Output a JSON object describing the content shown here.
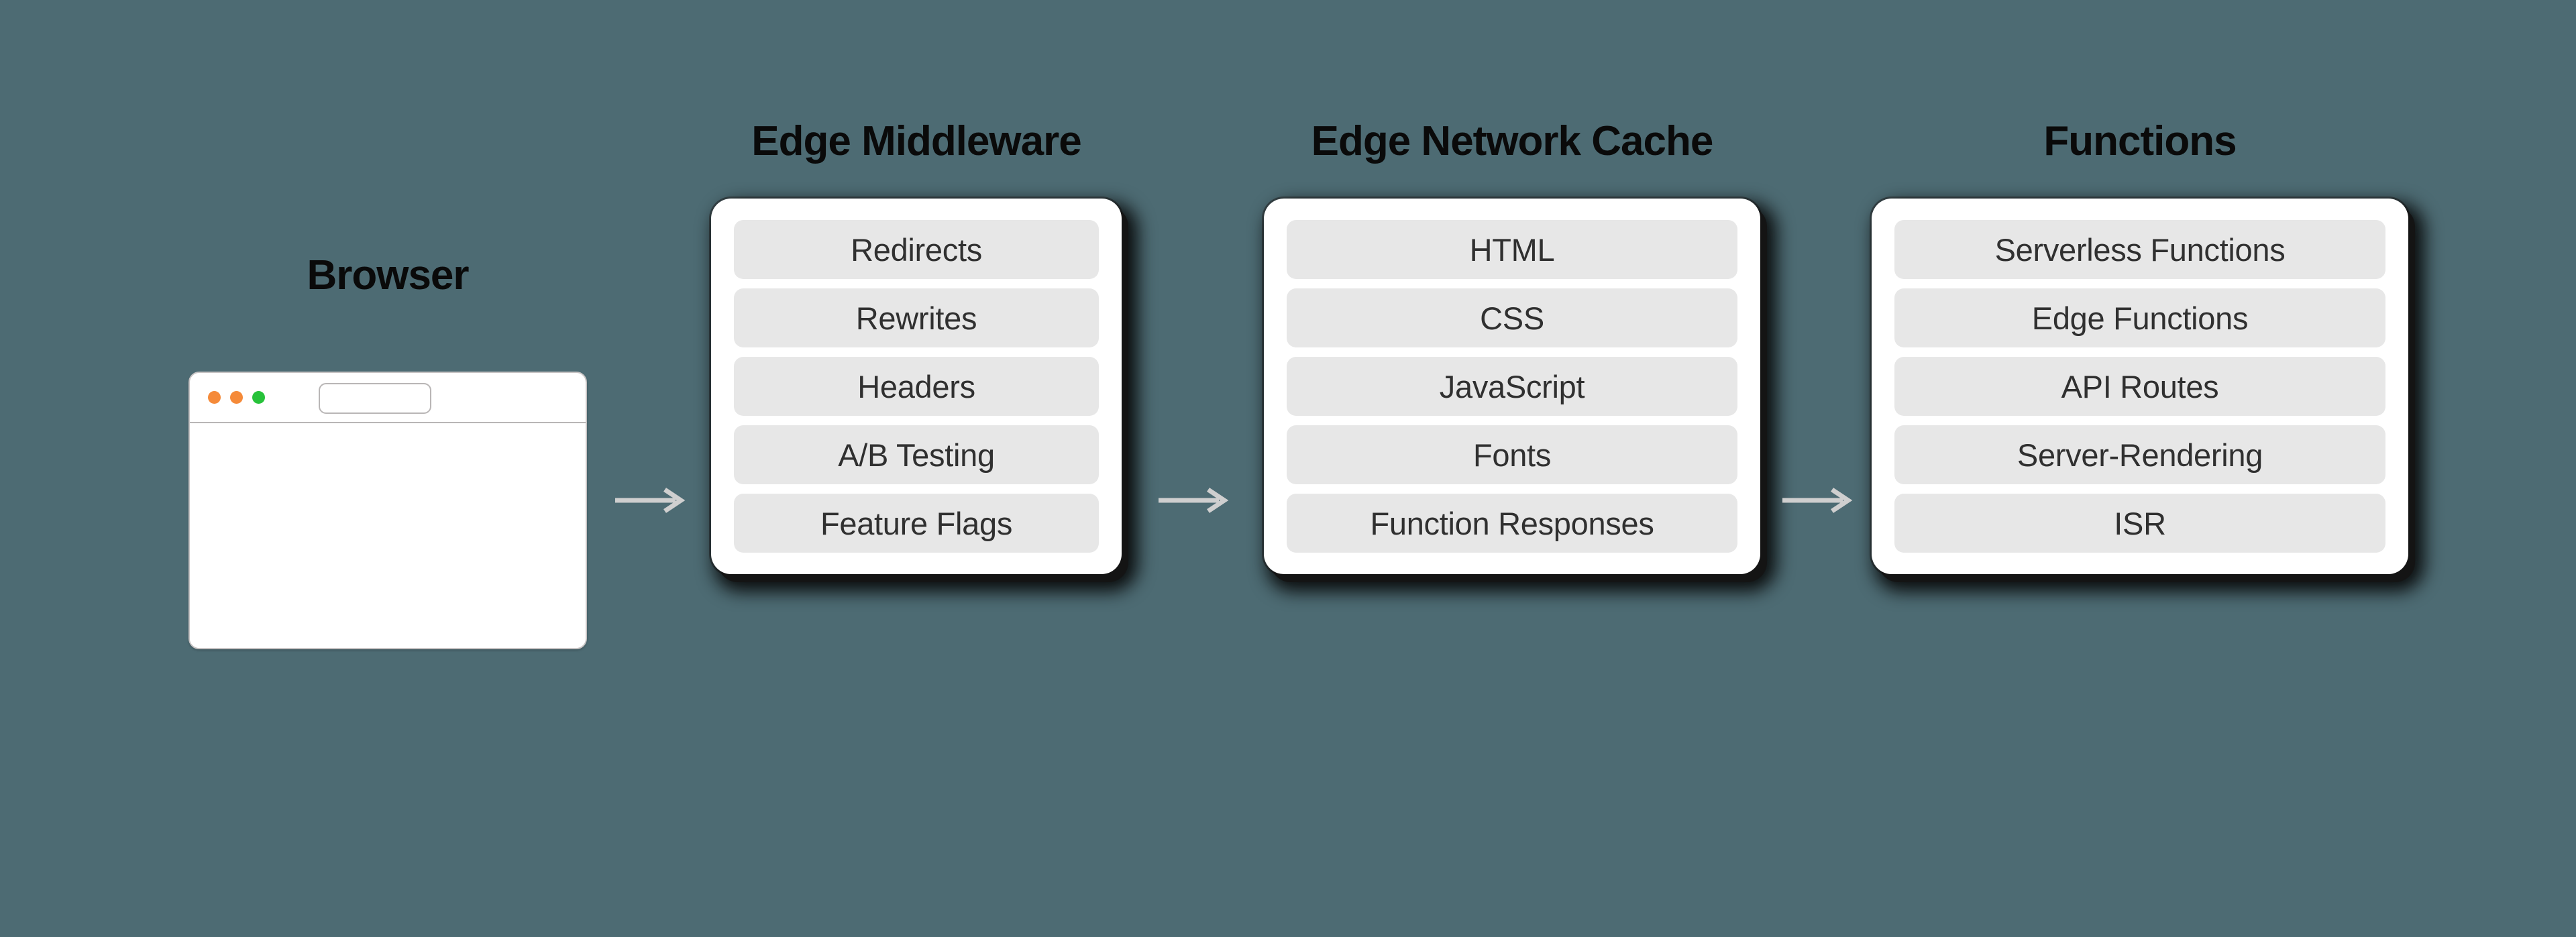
{
  "background_color": "#4d6b73",
  "browser": {
    "title": "Browser",
    "window": {
      "traffic_lights": [
        {
          "name": "dot-orange-1",
          "color": "#f58a39"
        },
        {
          "name": "dot-orange-2",
          "color": "#f58a39"
        },
        {
          "name": "dot-green",
          "color": "#27c23a"
        }
      ],
      "address_bar_value": "",
      "address_bar_placeholder": ""
    }
  },
  "arrows": [
    {
      "name": "arrow-browser-to-middleware",
      "direction": "right",
      "color": "#cfcfcf"
    },
    {
      "name": "arrow-middleware-to-cache",
      "direction": "right",
      "color": "#cfcfcf"
    },
    {
      "name": "arrow-cache-to-functions",
      "direction": "right",
      "color": "#cfcfcf"
    }
  ],
  "stages": [
    {
      "id": "edge-middleware",
      "title": "Edge Middleware",
      "items": [
        "Redirects",
        "Rewrites",
        "Headers",
        "A/B Testing",
        "Feature Flags"
      ]
    },
    {
      "id": "edge-network-cache",
      "title": "Edge Network Cache",
      "items": [
        "HTML",
        "CSS",
        "JavaScript",
        "Fonts",
        "Function Responses"
      ]
    },
    {
      "id": "functions",
      "title": "Functions",
      "items": [
        "Serverless Functions",
        "Edge Functions",
        "API Routes",
        "Server-Rendering",
        "ISR"
      ]
    }
  ],
  "colors": {
    "card_background": "#ffffff",
    "pill_background": "#e7e7e7",
    "pill_text": "#303030",
    "title_text": "#0a0a0a",
    "card_shadow": "#141414"
  }
}
